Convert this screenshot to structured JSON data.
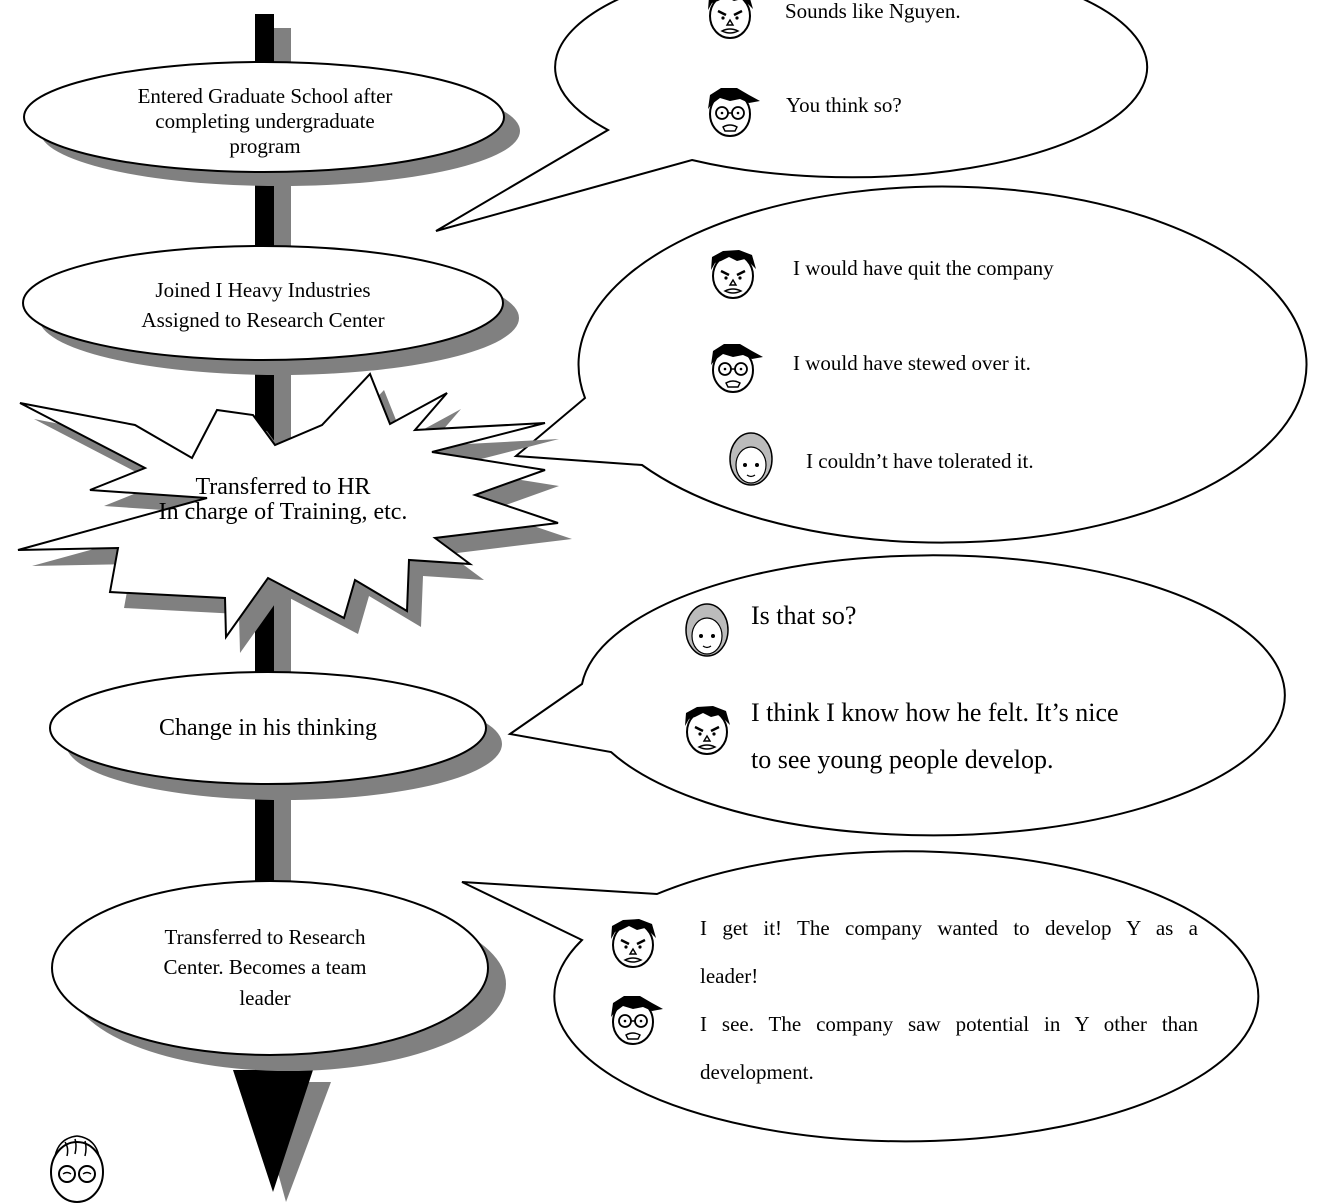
{
  "colors": {
    "ink": "#000000",
    "shadow": "#808080",
    "paper": "#ffffff",
    "hair_gray": "#bbbbbb"
  },
  "timeline": {
    "events": [
      {
        "lines": [
          "Entered Graduate School after",
          "completing undergraduate",
          "program"
        ]
      },
      {
        "lines": [
          "Joined I Heavy Industries",
          "Assigned to Research Center"
        ]
      },
      {
        "lines": [
          "Transferred to HR",
          "In charge of Training, etc."
        ]
      },
      {
        "lines": [
          "Change in his thinking"
        ]
      },
      {
        "lines": [
          "Transferred to Research",
          "Center. Becomes a team",
          "leader"
        ]
      }
    ]
  },
  "bubbles": {
    "b1": {
      "l1": "Sounds like Nguyen.",
      "l2": "You think so?"
    },
    "b2": {
      "l1": "I would have quit the company",
      "l2": "I would have stewed over it.",
      "l3": "I couldn’t have tolerated it."
    },
    "b3": {
      "l1": "Is that so?",
      "l2a": "I think I know how he felt. It’s nice",
      "l2b": "to see young people develop."
    },
    "b4": {
      "l1a": "I get it! The company wanted to develop Y as a",
      "l1b": "leader!",
      "l2a": "I see. The company saw potential in Y other than",
      "l2b": "development."
    }
  },
  "characters": [
    "angry-man-icon",
    "glasses-man-icon",
    "woman-icon",
    "old-man-icon"
  ]
}
